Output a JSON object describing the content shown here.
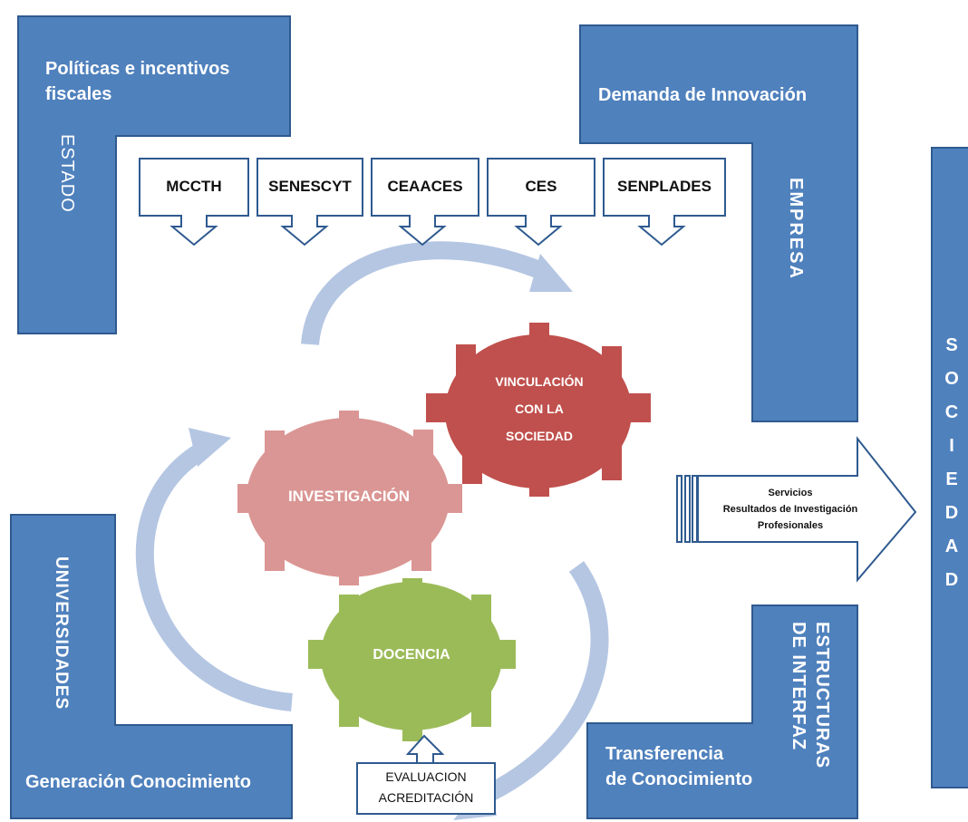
{
  "estado": {
    "title": "Políticas  e incentivos fiscales",
    "title_line1": "Políticas  e incentivos",
    "title_line2": "fiscales",
    "label": "ESTADO"
  },
  "empresa": {
    "title": "Demanda de Innovación",
    "label": "EMPRESA"
  },
  "universidades": {
    "label": "UNIVERSIDADES",
    "footer": "Generación Conocimiento"
  },
  "estructuras": {
    "label_line1": "ESTRUCTURAS",
    "label_line2": "DE INTERFAZ",
    "text_line1": "Transferencia",
    "text_line2": "de  Conocimiento"
  },
  "sociedad": {
    "letters": [
      "S",
      "O",
      "C",
      "I",
      "E",
      "D",
      "A",
      "D"
    ]
  },
  "callouts": [
    "MCCTH",
    "SENESCYT",
    "CEAACES",
    "CES",
    "SENPLADES"
  ],
  "gears": {
    "vinculacion_line1": "VINCULACIÓN",
    "vinculacion_line2": "CON LA",
    "vinculacion_line3": "SOCIEDAD",
    "investigacion": "INVESTIGACIÓN",
    "docencia": "DOCENCIA"
  },
  "evaluacion": {
    "line1": "EVALUACION",
    "line2": "ACREDITACIÓN"
  },
  "output_arrow": {
    "line1": "Servicios",
    "line2": "Resultados de Investigación",
    "line3": "Profesionales"
  },
  "colors": {
    "block": "#4f81bd",
    "block_border": "#2f5a8f",
    "cycle_arrow": "#b4c6e2",
    "gear_red": "#c0504d",
    "gear_pink": "#da9694",
    "gear_green": "#9bbb59"
  }
}
